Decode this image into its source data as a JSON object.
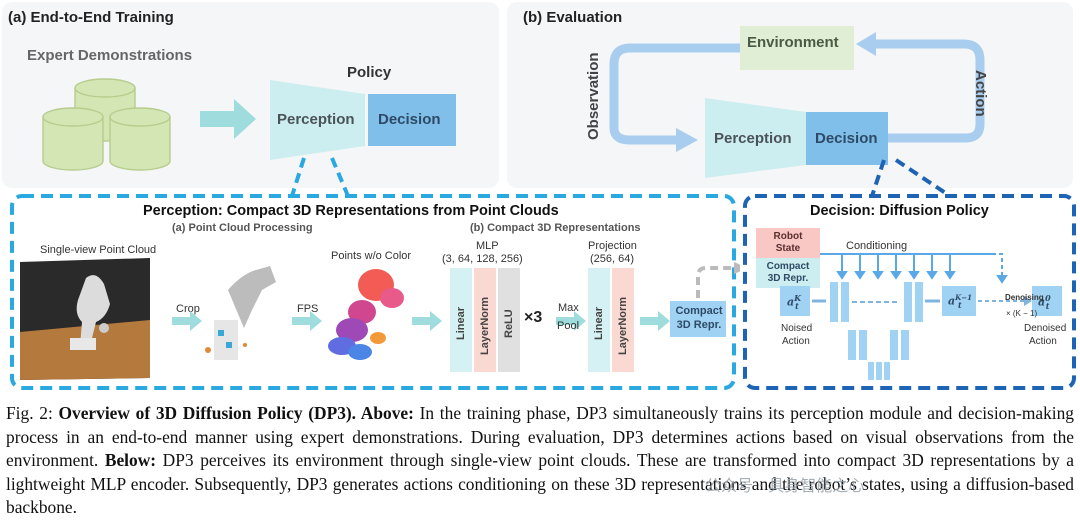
{
  "training": {
    "title": "(a) End-to-End Training",
    "expert_label": "Expert Demonstrations",
    "policy_label": "Policy",
    "perception": "Perception",
    "decision": "Decision"
  },
  "evaluation": {
    "title": "(b) Evaluation",
    "environment": "Environment",
    "observation": "Observation",
    "action": "Action",
    "perception": "Perception",
    "decision": "Decision"
  },
  "perception_box": {
    "title": "Perception: Compact 3D Representations from Point Clouds",
    "sub_a": "(a) Point Cloud Processing",
    "sub_b": "(b) Compact 3D Representations",
    "single_view": "Single-view Point Cloud",
    "crop": "Crop",
    "fps": "FPS",
    "points_wo_color": "Points w/o Color",
    "mlp": "MLP",
    "mlp_dims": "(3, 64, 128, 256)",
    "projection": "Projection",
    "proj_dims": "(256, 64)",
    "linear": "Linear",
    "layernorm": "LayerNorm",
    "relu": "ReLU",
    "times3": "×3",
    "max": "Max",
    "pool": "Pool",
    "compact1": "Compact",
    "compact2": "3D Repr."
  },
  "decision_box": {
    "title": "Decision: Diffusion Policy",
    "robot1": "Robot",
    "robot2": "State",
    "compact1": "Compact",
    "compact2": "3D Repr.",
    "conditioning": "Conditioning",
    "ak": "a",
    "ak_sup": "K",
    "ak_sub": "t",
    "ak1_sup": "K−1",
    "a0_sup": "0",
    "noised1": "Noised",
    "noised2": "Action",
    "denoising": "Denoising",
    "times_k": "× (K − 1)",
    "denoised1": "Denoised",
    "denoised2": "Action"
  },
  "caption": {
    "prefix": "Fig. 2: ",
    "bold1": "Overview of 3D Diffusion Policy (DP3). Above:",
    "text1": " In the training phase, DP3 simultaneously trains its perception module and decision-making process in an end-to-end manner using expert demonstrations. During evaluation, DP3 determines actions based on visual observations from the environment. ",
    "bold2": "Below:",
    "text2": " DP3 perceives its environment through single-view point clouds. These are transformed into compact 3D representations by a lightweight MLP encoder. Subsequently, DP3 generates actions conditioning on these 3D representations and the robot’s states, using a diffusion-based backbone."
  },
  "watermark": "公众号 · 具身智能之心",
  "colors": {
    "panel_bg": "#f5f6f8",
    "perception_fill": "#cdeef0",
    "decision_fill": "#7fbfea",
    "environment_fill": "#dfeed5",
    "arrow_blue": "#a9cdef",
    "dashed_light": "#29a9e0",
    "dashed_dark": "#1e64b4",
    "linear_fill": "#d6f1f3",
    "layernorm_fill": "#fbd9d3",
    "relu_fill": "#e0e0e0",
    "robot_state_fill": "#f9c7c4",
    "unet_fill": "#9fd2f3"
  }
}
